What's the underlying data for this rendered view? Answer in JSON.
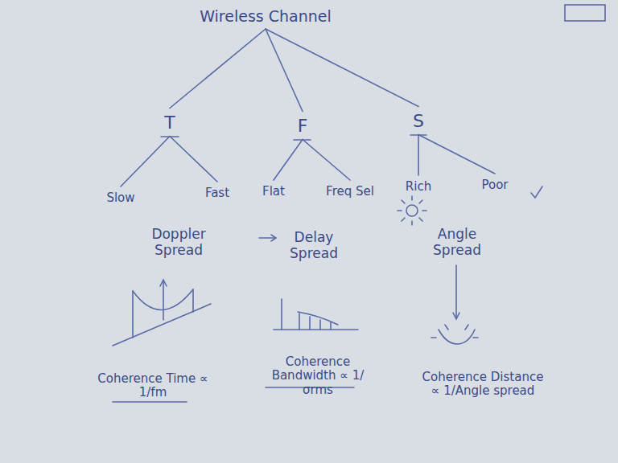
{
  "diagram": {
    "nodes": [
      {
        "text": [
          "Wireless Channel"
        ]
      },
      {
        "text": [
          "T"
        ]
      },
      {
        "text": [
          "F"
        ]
      },
      {
        "text": [
          "S"
        ]
      },
      {
        "text": [
          "Slow"
        ]
      },
      {
        "text": [
          "Fast"
        ]
      },
      {
        "text": [
          "Flat"
        ]
      },
      {
        "text": [
          "Freq Sel"
        ]
      },
      {
        "text": [
          "Rich"
        ]
      },
      {
        "text": [
          "Poor"
        ]
      }
    ],
    "edges": [
      {
        "from": 0,
        "to": 1,
        "arrow": "none"
      },
      {
        "from": 0,
        "to": 2,
        "arrow": "none"
      },
      {
        "from": 0,
        "to": 3,
        "arrow": "none"
      },
      {
        "from": 1,
        "to": 4,
        "arrow": "none"
      },
      {
        "from": 1,
        "to": 5,
        "arrow": "none"
      },
      {
        "from": 2,
        "to": 6,
        "arrow": "none"
      },
      {
        "from": 2,
        "to": 7,
        "arrow": "none"
      },
      {
        "from": 3,
        "to": 8,
        "arrow": "none"
      },
      {
        "from": 3,
        "to": 9,
        "arrow": "none"
      }
    ],
    "labels": [
      "Doppler Spread",
      "Delay Spread",
      "Angle Spread",
      "Coherence Time ∝ 1/fm",
      "Coherence Bandwidth ∝ 1/σrms",
      "Coherence Distance ∝ 1/Angle spread"
    ]
  }
}
